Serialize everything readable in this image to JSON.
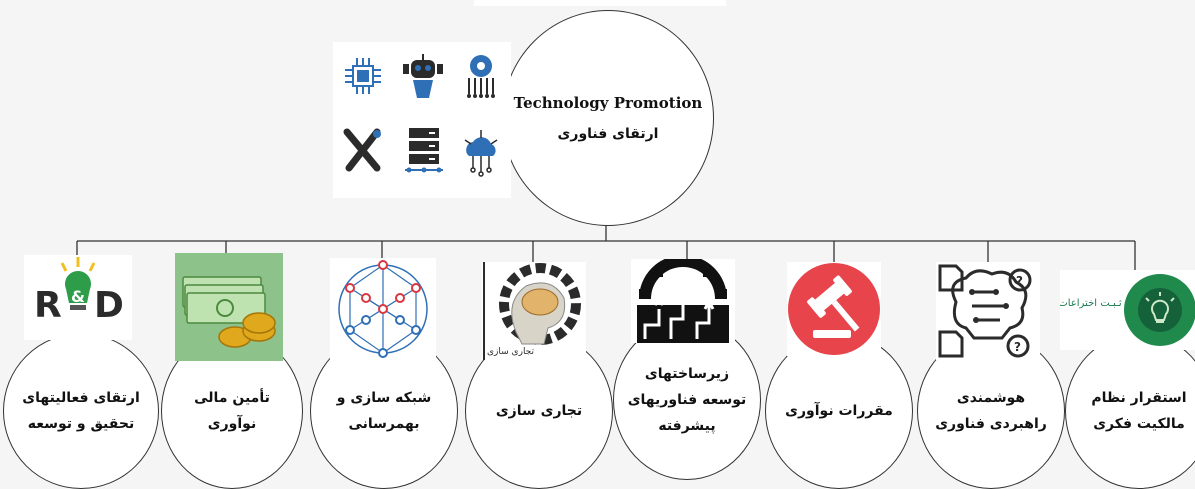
{
  "root": {
    "title_en": "Technology Promotion",
    "title_fa": "ارتقای فناوری"
  },
  "children": [
    {
      "line1": "ارتقای فعالیتهای",
      "line2": "تحقیق و توسعه",
      "line3": "",
      "icon": "rnd-bulb-icon",
      "icon_text": "R&D"
    },
    {
      "line1": "تأمین مالی",
      "line2": "نوآوری",
      "line3": "",
      "icon": "money-stack-icon",
      "icon_text": ""
    },
    {
      "line1": "شبکه سازی و",
      "line2": "بهمرسانی",
      "line3": "",
      "icon": "network-nodes-icon",
      "icon_text": ""
    },
    {
      "line1": "تجاری سازی",
      "line2": "",
      "line3": "",
      "icon": "brain-gear-icon",
      "icon_text": "تجاری سازی"
    },
    {
      "line1": "زیرساختهای",
      "line2": "توسعه فناوریهای",
      "line3": "پیشرفته",
      "icon": "growth-gear-icon",
      "icon_text": ""
    },
    {
      "line1": "مقررات نوآوری",
      "line2": "",
      "line3": "",
      "icon": "gavel-icon",
      "icon_text": ""
    },
    {
      "line1": "هوشمندی",
      "line2": "راهبردی فناوری",
      "line3": "",
      "icon": "ai-brain-icon",
      "icon_text": ""
    },
    {
      "line1": "استقرار نظام",
      "line2": "مالکیت فکری",
      "line3": "",
      "icon": "patent-bulb-icon",
      "icon_text": "ثـبـت اختراعات"
    }
  ],
  "colors": {
    "line": "#333333",
    "blue": "#2f6fb5",
    "dark": "#2b2b2b",
    "green": "#1f8a4c",
    "red": "#e8444c",
    "gold": "#e0a81c"
  }
}
